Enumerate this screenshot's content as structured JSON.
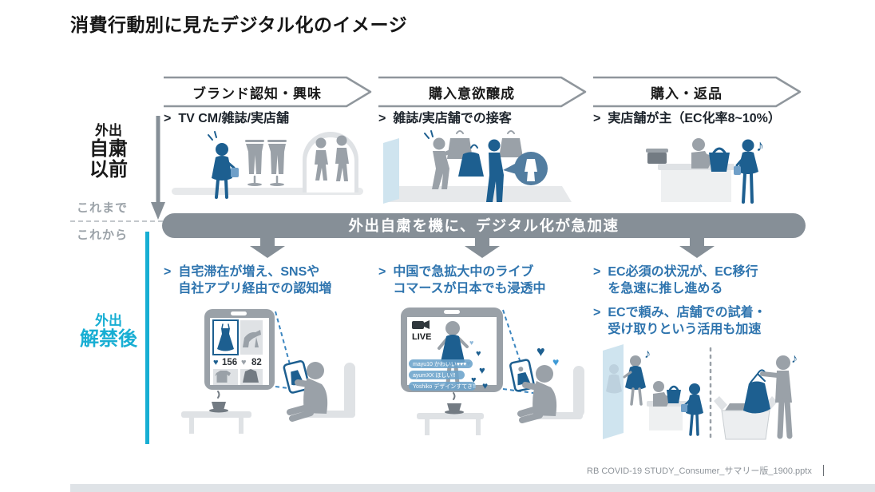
{
  "page": {
    "title": "消費行動別に見たデジタル化のイメージ",
    "footer": "RB COVID-19 STUDY_Consumer_サマリー版_1900.pptx",
    "footer_divider": ""
  },
  "colors": {
    "figure-blue": "#1d5f90",
    "soft-blue": "#6f9fc8",
    "text-blue": "#2e74ae",
    "figure-gray": "#9aa1a8",
    "dark-gray": "#737b83",
    "light-gray": "#dfe2e5",
    "floor-gray": "#e7e9eb",
    "banner-gray": "#868f97",
    "mirror-blue": "#cfe4ef",
    "bubble-blue": "#527da0",
    "comment-blue": "#6ba3cb",
    "connector-blue": "#3c86c0",
    "accent-teal": "#17aed3",
    "muted-text": "#9ba2a8",
    "bright-blue": "#3f9ad6",
    "ink": "#1a1a1a"
  },
  "timeline": {
    "before_small": "外出",
    "before_large_lines": [
      "自粛",
      "以前"
    ],
    "until_now": "これまで",
    "from_now": "これから",
    "after_small": "外出",
    "after_large": "解禁後"
  },
  "banner": {
    "text": "外出自粛を機に、デジタル化が急加速"
  },
  "misc": {
    "bullet_marker": ">"
  },
  "icons": {
    "heart": "♥",
    "note": "♪"
  },
  "columns": [
    {
      "header": "ブランド認知・興味",
      "before_items": [
        {
          "lines": [
            "TV CM/雑誌/実店舗"
          ]
        }
      ],
      "after_items": [
        {
          "lines": [
            "自宅滞在が増え、SNSや",
            "自社アプリ経由での認知増"
          ]
        }
      ]
    },
    {
      "header": "購入意欲醸成",
      "before_items": [
        {
          "lines": [
            "雑誌/実店舗での接客"
          ]
        }
      ],
      "after_items": [
        {
          "lines": [
            "中国で急拡大中のライブ",
            "コマースが日本でも浸透中"
          ]
        }
      ]
    },
    {
      "header": "購入・返品",
      "before_items": [
        {
          "lines": [
            "実店舗が主（EC化率8~10%）"
          ]
        }
      ],
      "after_items": [
        {
          "lines": [
            "EC必須の状況が、EC移行",
            "を急速に推し進める"
          ]
        },
        {
          "lines": [
            "ECで頼み、店舗での試着・",
            "受け取りという活用も加速"
          ]
        }
      ]
    }
  ],
  "phone_app": {
    "likes": [
      "156",
      "82"
    ]
  },
  "live": {
    "label": "LIVE",
    "comments": [
      "mayu10 かわいい♥♥♥",
      "ayumXX ほしい!!",
      "Yoshiko デザインすてき!!"
    ]
  }
}
